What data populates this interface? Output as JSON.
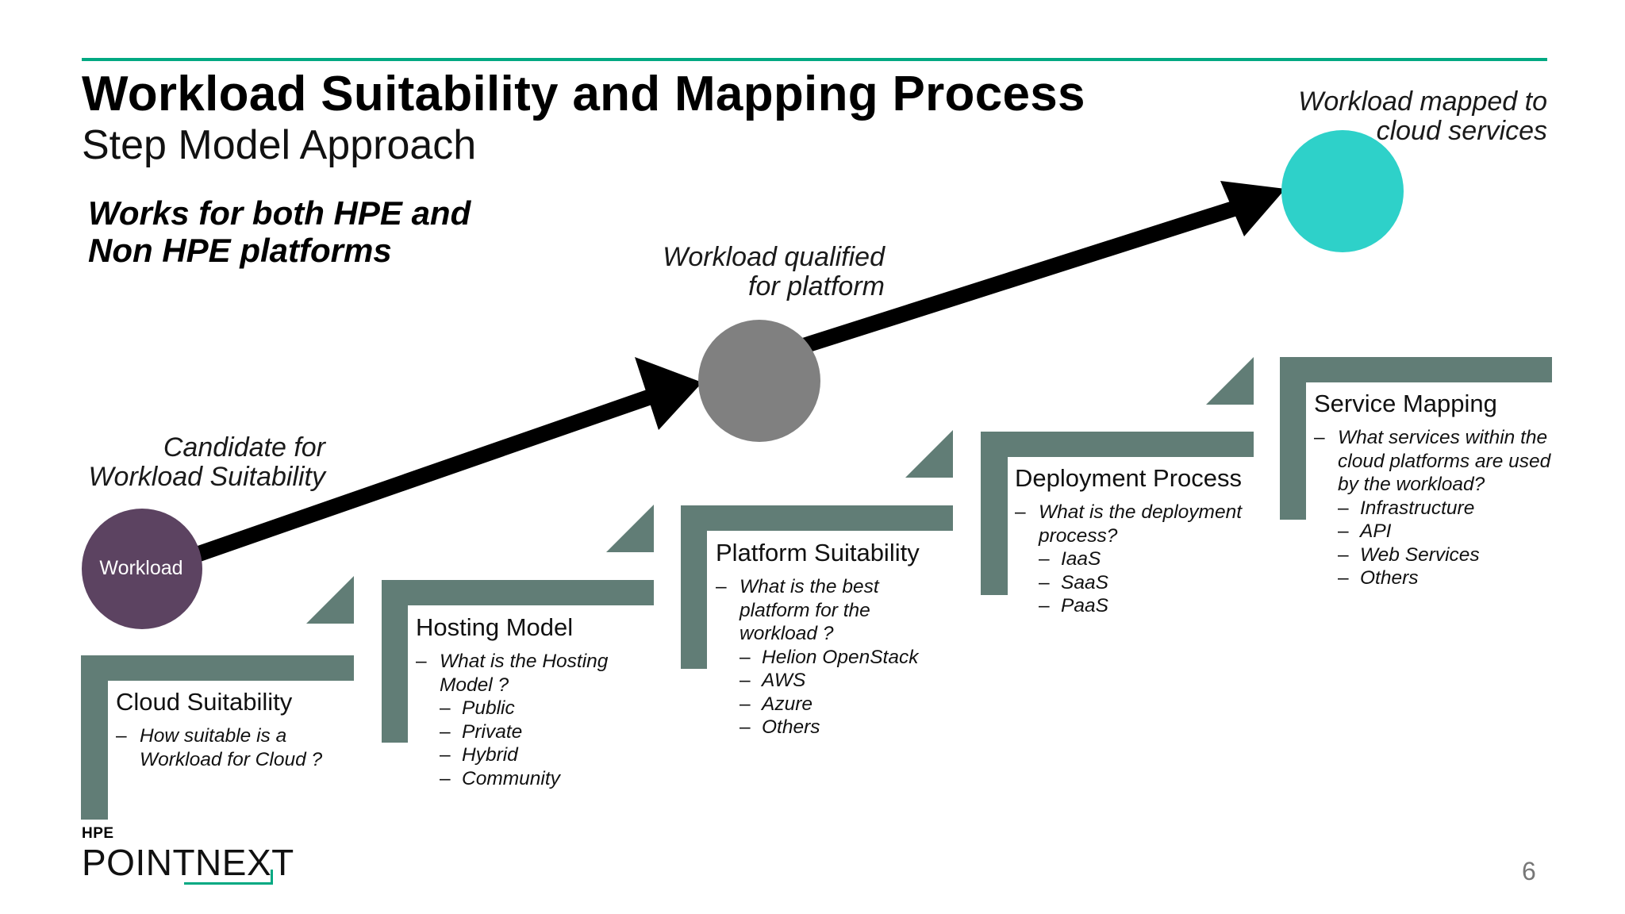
{
  "title": "Workload Suitability and Mapping Process",
  "subtitle": "Step Model Approach",
  "note": "Works for both HPE and Non HPE platforms",
  "milestones": {
    "start_caption": "Candidate for Workload Suitability",
    "start_node": "Workload",
    "mid_caption": "Workload qualified for platform",
    "end_caption": "Workload mapped to cloud services"
  },
  "steps": [
    {
      "title": "Cloud Suitability",
      "question": "How suitable is a Workload for Cloud ?",
      "options": []
    },
    {
      "title": "Hosting Model",
      "question": "What is the Hosting Model ?",
      "options": [
        "Public",
        "Private",
        "Hybrid",
        "Community"
      ]
    },
    {
      "title": "Platform Suitability",
      "question": "What is the best platform for the workload ?",
      "options": [
        "Helion OpenStack",
        "AWS",
        "Azure",
        "Others"
      ]
    },
    {
      "title": "Deployment Process",
      "question": "What is the deployment process?",
      "options": [
        "IaaS",
        "SaaS",
        "PaaS"
      ]
    },
    {
      "title": "Service Mapping",
      "question": "What services within the cloud platforms are used by the workload?",
      "options": [
        "Infrastructure",
        "API",
        "Web Services",
        "Others"
      ]
    }
  ],
  "brand": {
    "small": "HPE",
    "big": "POINTNEXT"
  },
  "page_number": "6",
  "colors": {
    "accent": "#01a982",
    "step": "#617d76",
    "workload_node": "#5c4361",
    "mid_node": "#808080",
    "end_node": "#2ed1c9"
  }
}
